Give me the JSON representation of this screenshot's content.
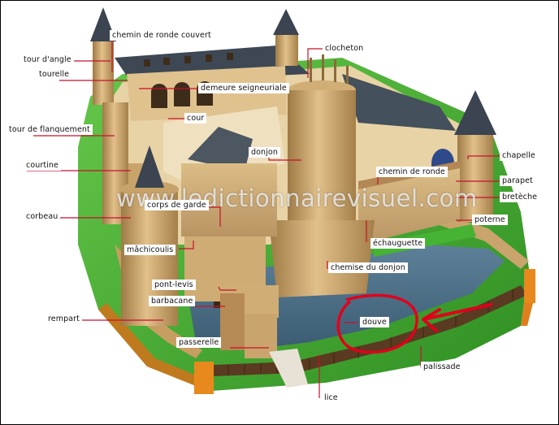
{
  "watermark": "www.ledictionnairevisuel.com",
  "labels": {
    "chemin_de_ronde_couvert": "chemin de ronde couvert",
    "tour_dangle": "tour d'angle",
    "tourelle": "tourelle",
    "clocheton": "clocheton",
    "demeure_seigneuriale": "demeure seigneuriale",
    "cour": "cour",
    "tour_de_flanquement": "tour de flanquement",
    "donjon": "donjon",
    "chapelle": "chapelle",
    "courtine": "courtine",
    "chemin_de_ronde": "chemin de ronde",
    "parapet": "parapet",
    "breteche": "bretèche",
    "corps_de_garde": "corps de garde",
    "corbeau": "corbeau",
    "poterne": "poterne",
    "echauguette": "échauguette",
    "machicoulis": "mâchicoulis",
    "chemise_du_donjon": "chemise du donjon",
    "pont_levis": "pont-levis",
    "barbacane": "barbacane",
    "douve": "douve",
    "rempart": "rempart",
    "passerelle": "passerelle",
    "palissade": "palissade",
    "lice": "lice"
  },
  "colors": {
    "stone": "#d7b57e",
    "stone_shadow": "#a9824c",
    "roof": "#3c4652",
    "grass": "#3fae2e",
    "water": "#4b6f86",
    "leader": "#c8102e",
    "highlight": "#e0001b"
  }
}
